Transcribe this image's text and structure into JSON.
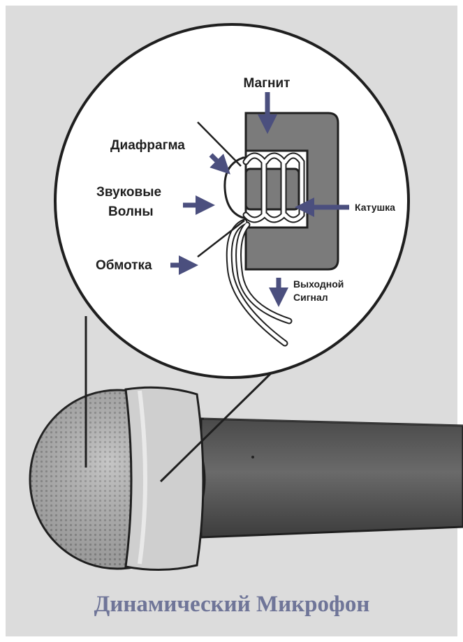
{
  "labels": {
    "magnet": "Магнит",
    "diaphragm": "Диафрагма",
    "sound_waves_line1": "Звуковые",
    "sound_waves_line2": "Волны",
    "winding": "Обмотка",
    "coil": "Катушка",
    "output_line1": "Выходной",
    "output_line2": "Сигнал"
  },
  "caption": "Динамический Микрофон",
  "colors": {
    "background": "#dcdcdc",
    "frame": "#ffffff",
    "magnet": "#7b7b7b",
    "handle": "#5d5d5d",
    "arrow": "#4b4f7e",
    "caption": "#6f7598",
    "grille": "#a9a9a9"
  }
}
